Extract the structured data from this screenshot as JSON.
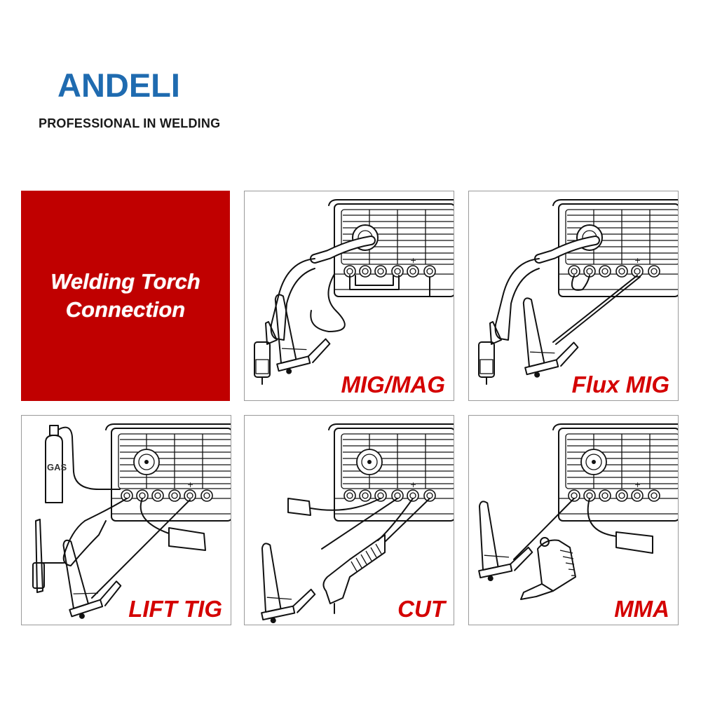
{
  "brand": {
    "name": "ANDELI",
    "tagline": "PROFESSIONAL IN WELDING",
    "color": "#1f6bb0"
  },
  "title": {
    "line1": "Welding Torch",
    "line2": "Connection",
    "background": "#c00000"
  },
  "accent_color": "#d40000",
  "panels": [
    {
      "mode": "MIG/MAG"
    },
    {
      "mode": "Flux MIG"
    },
    {
      "mode": "LIFT TIG",
      "gas_label": "GAS"
    },
    {
      "mode": "CUT"
    },
    {
      "mode": "MMA"
    }
  ],
  "icons": {
    "welder": "welding-machine-icon",
    "torch": "mig-torch-icon",
    "clamp": "ground-clamp-icon",
    "gas": "gas-cylinder-icon",
    "tig": "tig-torch-icon",
    "plasma": "plasma-torch-icon",
    "holder": "electrode-holder-icon"
  }
}
